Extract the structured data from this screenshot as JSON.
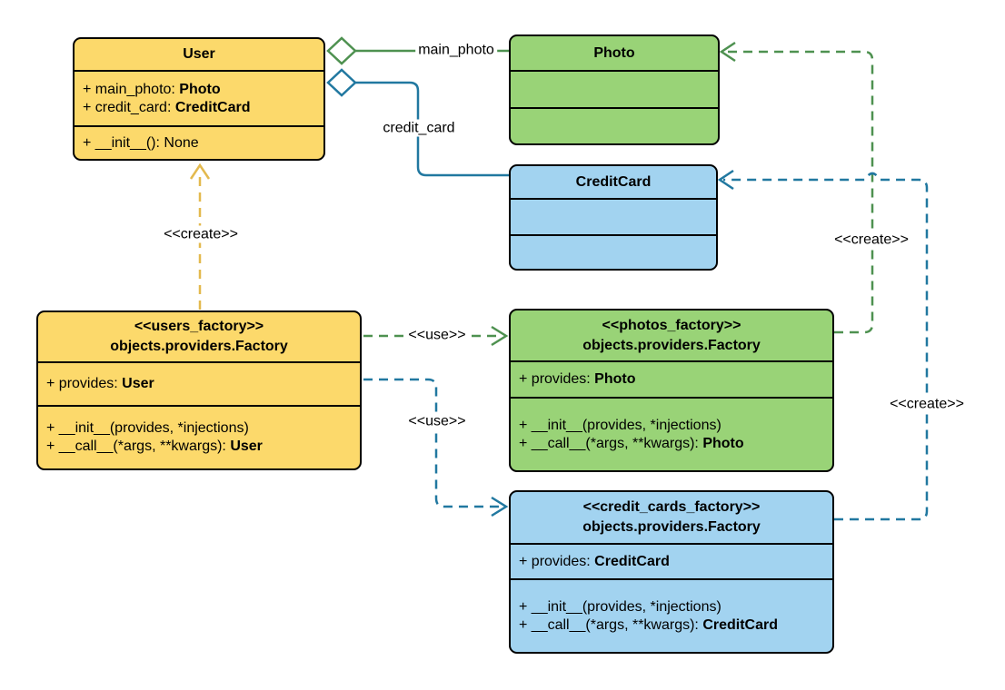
{
  "diagram": {
    "type": "uml-class-diagram",
    "background": "#ffffff"
  },
  "colors": {
    "yellow_fill": "#FCD96B",
    "green_fill": "#99D377",
    "blue_fill": "#A2D3F0",
    "box_border": "#000000",
    "green_line": "#4E9150",
    "blue_line": "#2178A0",
    "yellow_line": "#E3B94E",
    "text": "#000000"
  },
  "classes": {
    "user": {
      "title": "User",
      "attributes": [
        {
          "prefix": "+ main_photo: ",
          "bold": "Photo"
        },
        {
          "prefix": "+ credit_card: ",
          "bold": "CreditCard"
        }
      ],
      "methods": [
        {
          "prefix": "+ __init__(): None",
          "bold": ""
        }
      ]
    },
    "photo": {
      "title": "Photo"
    },
    "credit_card": {
      "title": "CreditCard"
    },
    "users_factory": {
      "stereotype": "<<users_factory>>",
      "title": "objects.providers.Factory",
      "attributes": [
        {
          "prefix": "+ provides: ",
          "bold": "User"
        }
      ],
      "methods": [
        {
          "prefix": "+ __init__(provides, *injections)",
          "bold": ""
        },
        {
          "prefix": "+ __call__(*args, **kwargs): ",
          "bold": "User"
        }
      ]
    },
    "photos_factory": {
      "stereotype": "<<photos_factory>>",
      "title": "objects.providers.Factory",
      "attributes": [
        {
          "prefix": "+ provides: ",
          "bold": "Photo"
        }
      ],
      "methods": [
        {
          "prefix": "+ __init__(provides, *injections)",
          "bold": ""
        },
        {
          "prefix": "+ __call__(*args, **kwargs): ",
          "bold": "Photo"
        }
      ]
    },
    "credit_cards_factory": {
      "stereotype": "<<credit_cards_factory>>",
      "title": "objects.providers.Factory",
      "attributes": [
        {
          "prefix": "+ provides: ",
          "bold": "CreditCard"
        }
      ],
      "methods": [
        {
          "prefix": "+ __init__(provides, *injections)",
          "bold": ""
        },
        {
          "prefix": "+ __call__(*args, **kwargs): ",
          "bold": "CreditCard"
        }
      ]
    }
  },
  "edge_labels": {
    "main_photo": "main_photo",
    "credit_card": "credit_card",
    "use_photos": "<<use>>",
    "use_credit_cards": "<<use>>",
    "create_user": "<<create>>",
    "create_photo": "<<create>>",
    "create_credit_card": "<<create>>"
  }
}
